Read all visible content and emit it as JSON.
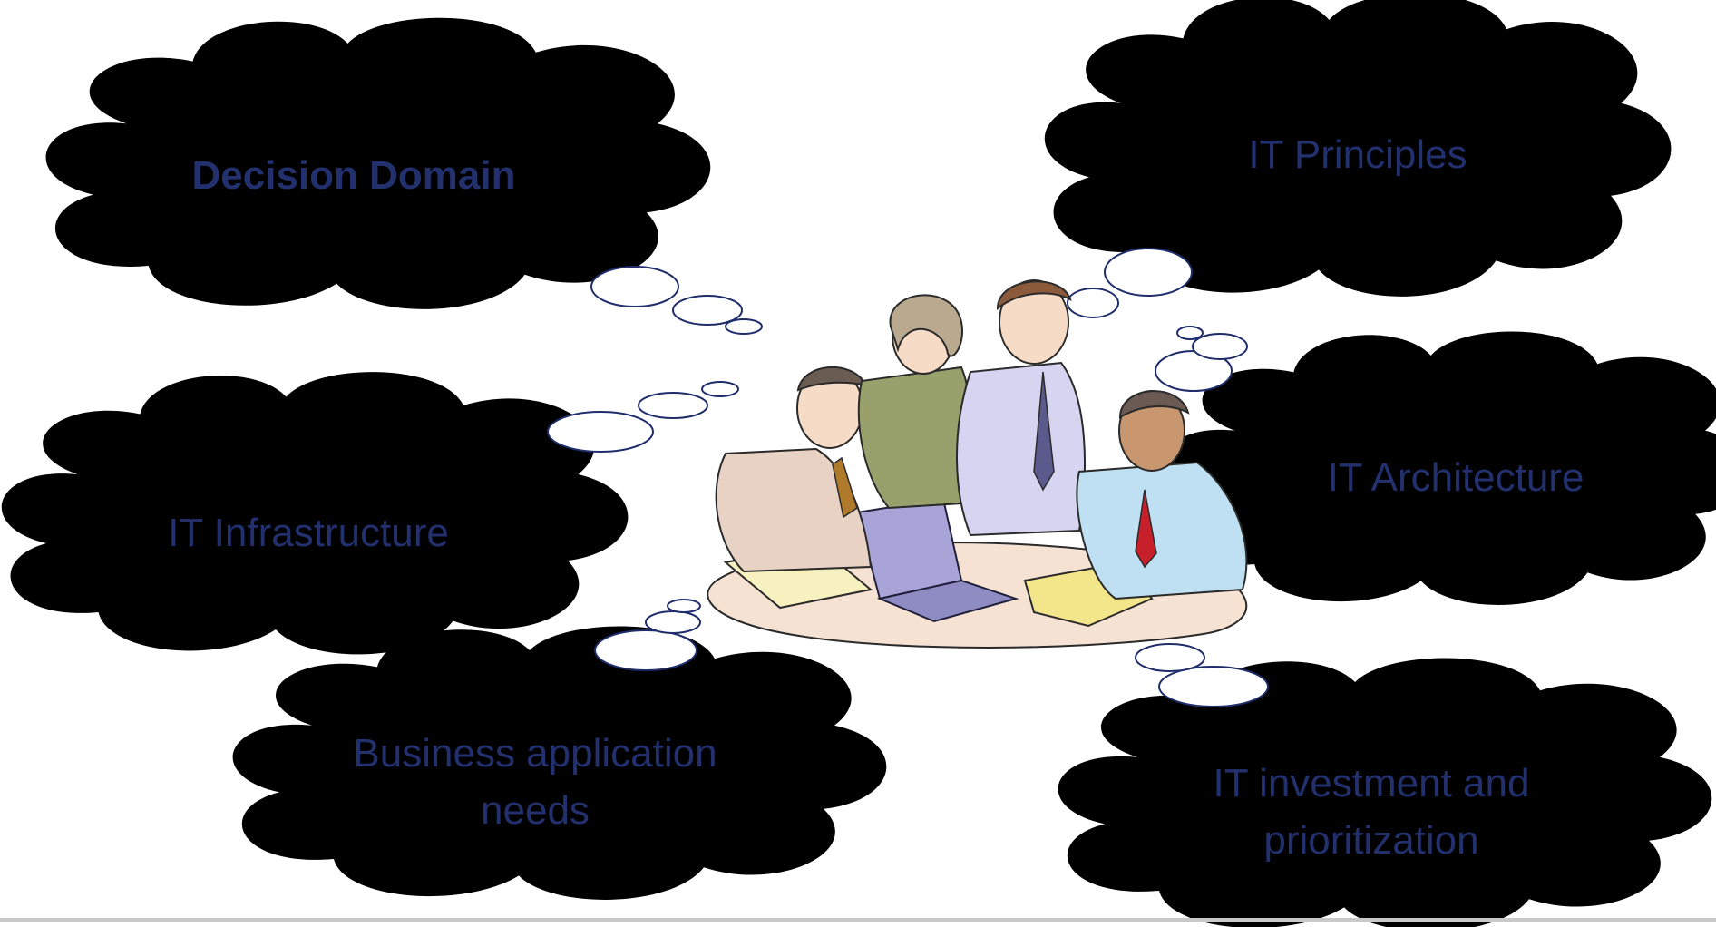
{
  "clouds": {
    "decision_domain": {
      "text": "Decision Domain"
    },
    "it_principles": {
      "text": "IT Principles"
    },
    "it_architecture": {
      "text": "IT Architecture"
    },
    "it_infrastructure": {
      "text": "IT Infrastructure"
    },
    "business_application_needs": {
      "line1": "Business application",
      "line2": "needs"
    },
    "it_investment": {
      "line1": "IT investment and",
      "line2": "prioritization"
    }
  },
  "colors": {
    "text": "#23306e",
    "outline": "#1f2d6b",
    "footer_line": "#c9c9c9"
  },
  "center_image": {
    "icon": "team-meeting-clipart-icon"
  }
}
